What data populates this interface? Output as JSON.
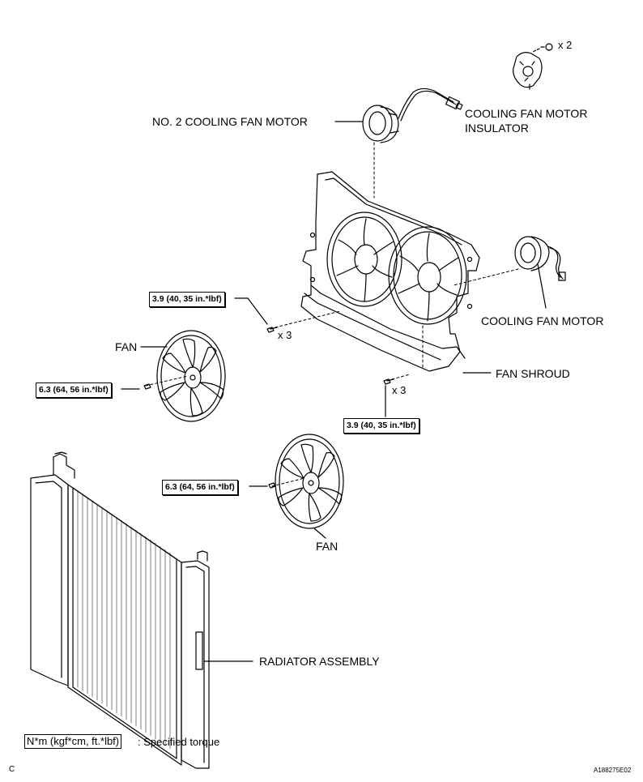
{
  "labels": {
    "no2_fan_motor": "NO. 2 COOLING FAN MOTOR",
    "insulator_line1": "COOLING FAN MOTOR",
    "insulator_line2": "INSULATOR",
    "cooling_fan_motor": "COOLING FAN MOTOR",
    "fan_upper": "FAN",
    "fan_lower": "FAN",
    "fan_shroud": "FAN SHROUD",
    "radiator_assembly": "RADIATOR ASSEMBLY"
  },
  "torque": {
    "shroud_bolt_left": "3.9 (40, 35 in.*lbf)",
    "fan_nut_upper": "6.3 (64, 56 in.*lbf)",
    "shroud_bolt_right": "3.9 (40, 35 in.*lbf)",
    "fan_nut_lower": "6.3 (64, 56 in.*lbf)"
  },
  "quantities": {
    "insulator_screws": "x 2",
    "shroud_bolts_left": "x 3",
    "shroud_bolts_right": "x 3"
  },
  "legend": {
    "unit": "N*m (kgf*cm, ft.*lbf)",
    "description": ": Specified torque"
  },
  "footer": {
    "corner_letter": "C",
    "figure_code": "A188275E02"
  }
}
